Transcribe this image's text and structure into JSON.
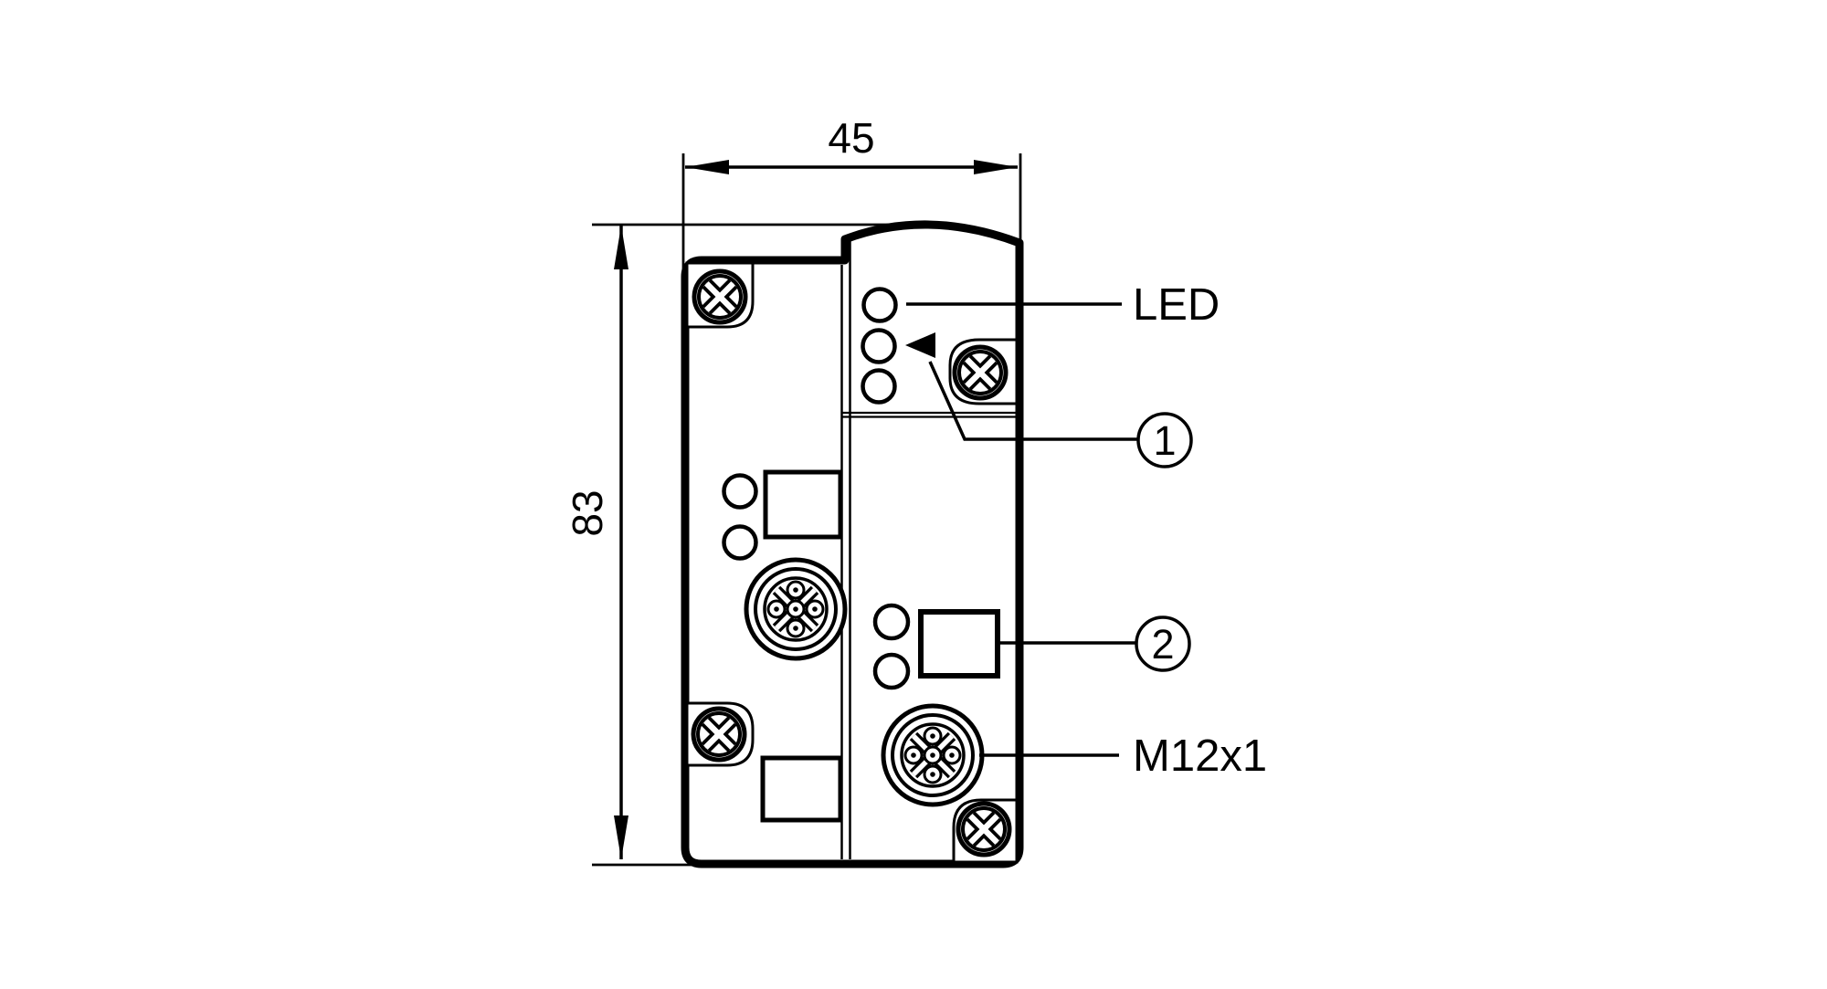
{
  "diagram": {
    "type": "technical-dimension-drawing",
    "subject": "fieldbus-module-front-view",
    "background_color": "#ffffff",
    "line_color": "#000000",
    "dimensions": {
      "width": {
        "value": "45"
      },
      "height": {
        "value": "83"
      }
    },
    "labels": {
      "led": "LED",
      "connector_thread": "M12x1"
    },
    "callouts": [
      {
        "number": "1"
      },
      {
        "number": "2"
      }
    ]
  }
}
